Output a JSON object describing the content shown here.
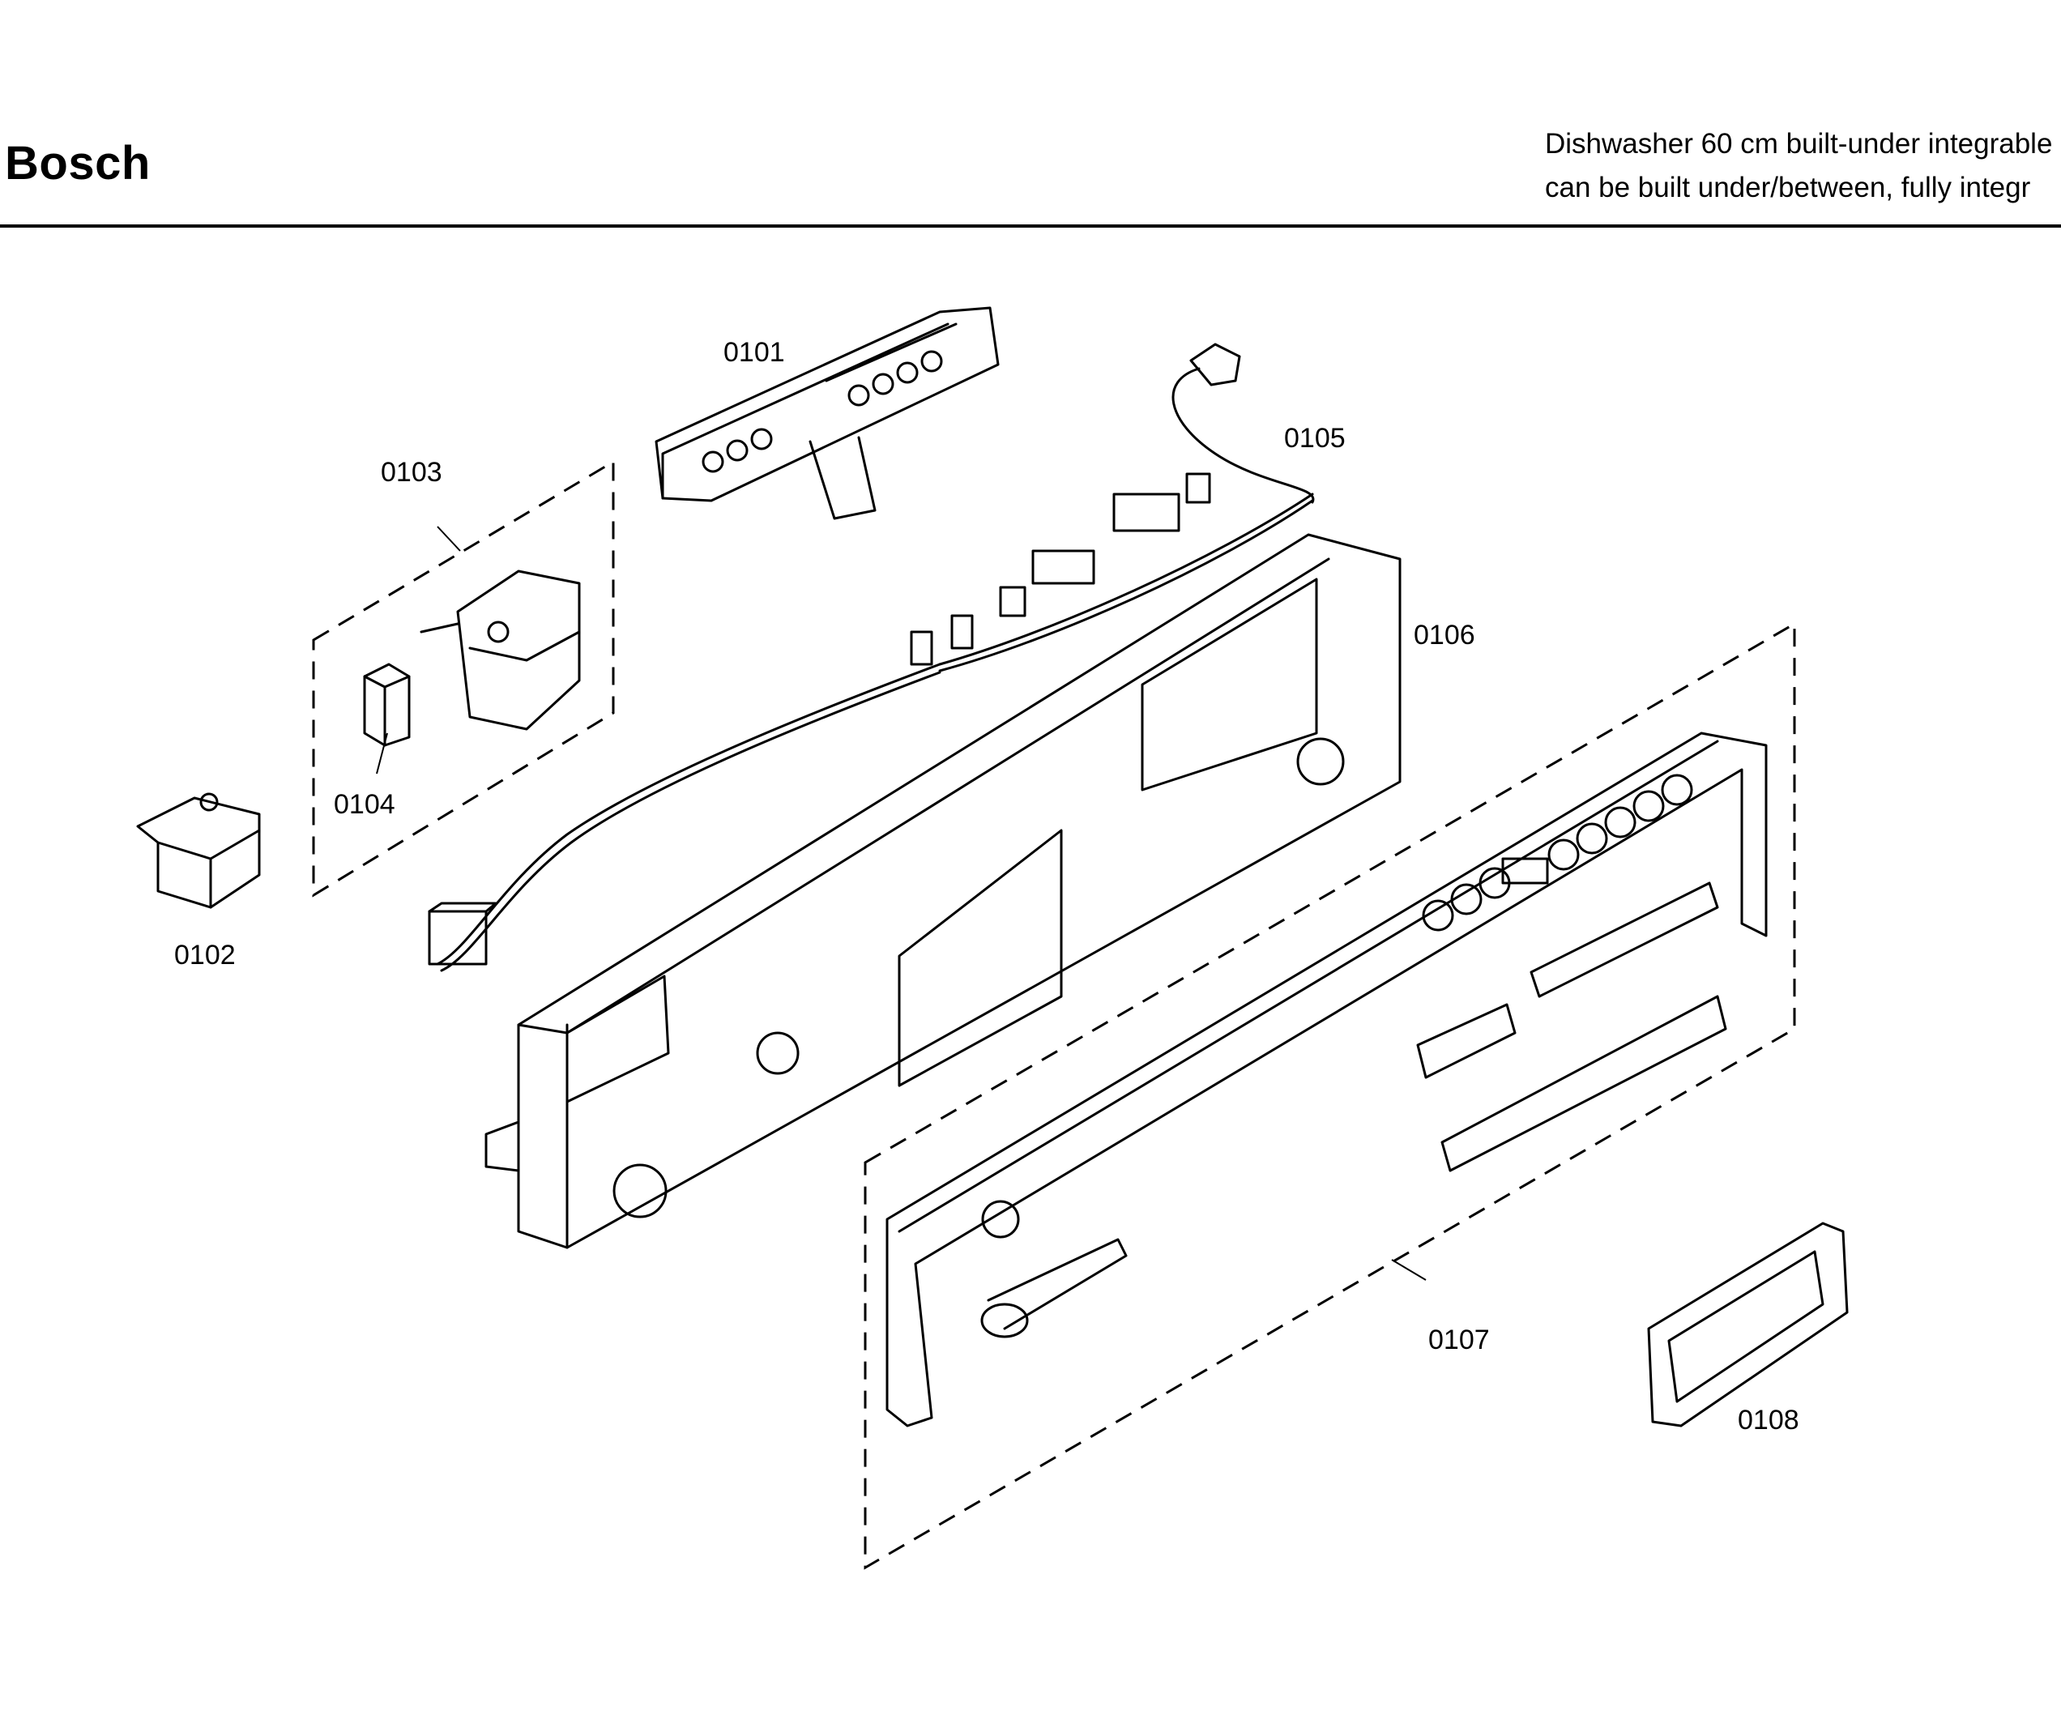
{
  "header": {
    "brand": "Bosch",
    "description_line1": "Dishwasher 60 cm built-under integrable",
    "description_line2": "can be built under/between, fully integr"
  },
  "parts": [
    {
      "id": "p0101",
      "label": "0101"
    },
    {
      "id": "p0102",
      "label": "0102"
    },
    {
      "id": "p0103",
      "label": "0103"
    },
    {
      "id": "p0104",
      "label": "0104"
    },
    {
      "id": "p0105",
      "label": "0105"
    },
    {
      "id": "p0106",
      "label": "0106"
    },
    {
      "id": "p0107",
      "label": "0107"
    },
    {
      "id": "p0108",
      "label": "0108"
    }
  ]
}
